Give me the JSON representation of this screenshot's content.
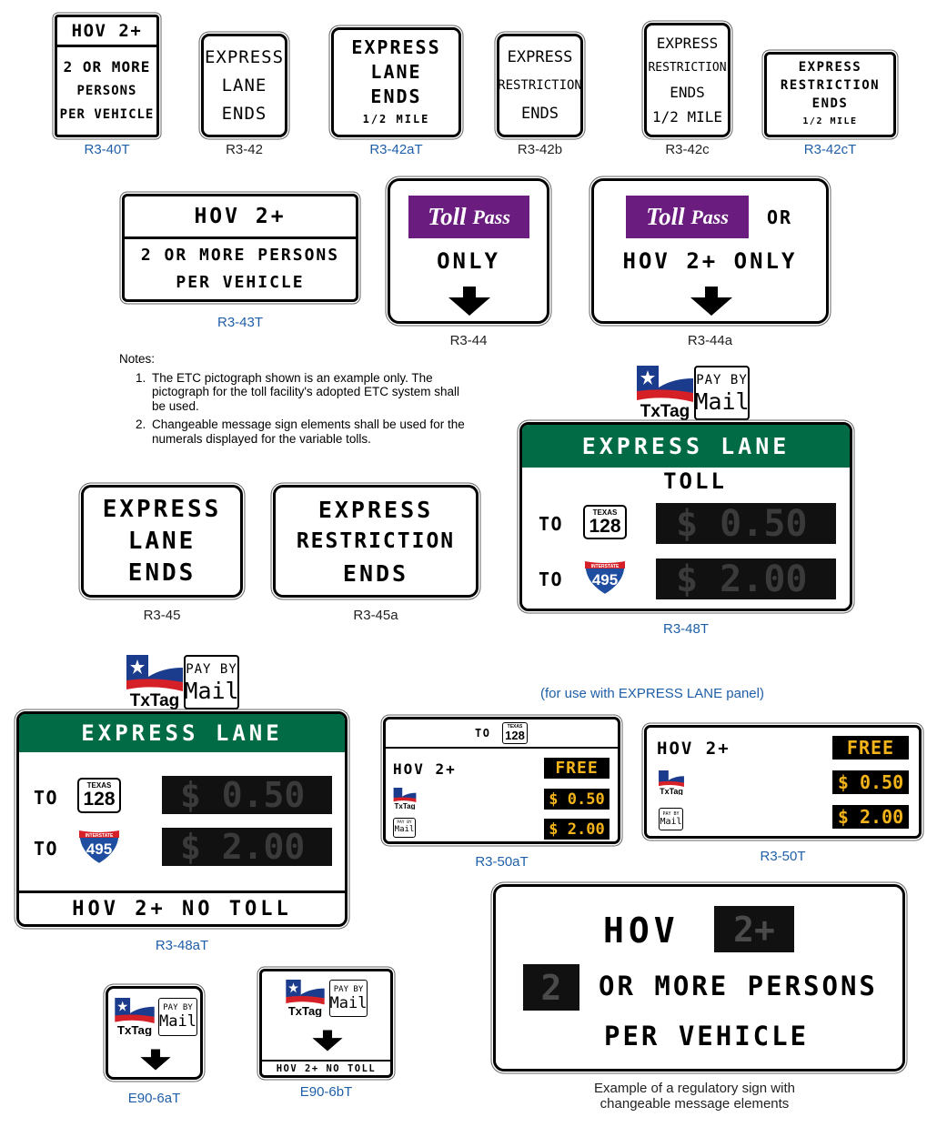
{
  "signs": {
    "r3_40t": {
      "top": "HOV 2+",
      "lines": [
        "2 OR MORE",
        "PERSONS",
        "PER VEHICLE"
      ],
      "caption": "R3-40T"
    },
    "r3_42": {
      "lines": [
        "EXPRESS",
        "LANE",
        "ENDS"
      ],
      "caption": "R3-42"
    },
    "r3_42at": {
      "lines": [
        "EXPRESS",
        "LANE",
        "ENDS",
        "1/2 MILE"
      ],
      "caption": "R3-42aT"
    },
    "r3_42b": {
      "lines": [
        "EXPRESS",
        "RESTRICTION",
        "ENDS"
      ],
      "caption": "R3-42b"
    },
    "r3_42c": {
      "lines": [
        "EXPRESS",
        "RESTRICTION",
        "ENDS",
        "1/2 MILE"
      ],
      "caption": "R3-42c"
    },
    "r3_42ct": {
      "lines": [
        "EXPRESS",
        "RESTRICTION",
        "ENDS",
        "1/2 MILE"
      ],
      "caption": "R3-42cT"
    },
    "r3_43t": {
      "top": "HOV 2+",
      "lines": [
        "2 OR MORE PERSONS",
        "PER VEHICLE"
      ],
      "caption": "R3-43T"
    },
    "r3_44": {
      "pass_toll": "Toll",
      "pass_word": "Pass",
      "line": "ONLY",
      "caption": "R3-44"
    },
    "r3_44a": {
      "pass_toll": "Toll",
      "pass_word": "Pass",
      "or": "OR",
      "line": "HOV 2+ ONLY",
      "caption": "R3-44a"
    },
    "r3_45": {
      "lines": [
        "EXPRESS",
        "LANE",
        "ENDS"
      ],
      "caption": "R3-45"
    },
    "r3_45a": {
      "lines": [
        "EXPRESS",
        "RESTRICTION",
        "ENDS"
      ],
      "caption": "R3-45a"
    },
    "r3_48t": {
      "header": "EXPRESS LANE",
      "toll": "TOLL",
      "to1": "TO",
      "to2": "TO",
      "texas": "TEXAS",
      "route": "128",
      "interstate": "INTERSTATE",
      "i_route": "495",
      "price1": "$ 0.50",
      "price2": "$ 2.00",
      "caption": "R3-48T"
    },
    "r3_48at": {
      "header": "EXPRESS LANE",
      "to1": "TO",
      "to2": "TO",
      "texas": "TEXAS",
      "route": "128",
      "interstate": "INTERSTATE",
      "i_route": "495",
      "price1": "$ 0.50",
      "price2": "$ 2.00",
      "footer": "HOV 2+ NO TOLL",
      "caption": "R3-48aT"
    },
    "r3_50at": {
      "to": "TO",
      "texas": "TEXAS",
      "route": "128",
      "hov": "HOV 2+",
      "free": "FREE",
      "price1": "$ 0.50",
      "price2": "$ 2.00",
      "caption": "R3-50aT"
    },
    "r3_50t": {
      "hov": "HOV 2+",
      "free": "FREE",
      "price1": "$ 0.50",
      "price2": "$ 2.00",
      "caption": "R3-50T"
    },
    "e90_6at": {
      "caption": "E90-6aT"
    },
    "e90_6bt": {
      "footer": "HOV 2+ NO TOLL",
      "caption": "E90-6bT"
    },
    "example": {
      "hov": "HOV",
      "cms1": "2+",
      "cms2": "2",
      "line1": "OR MORE PERSONS",
      "line2": "PER VEHICLE",
      "caption1": "Example of a regulatory sign with",
      "caption2": "changeable message elements"
    }
  },
  "txtag": {
    "word": "TxTag",
    "pay_by": "PAY BY",
    "mail": "Mail"
  },
  "notes": {
    "title": "Notes:",
    "items": [
      "The ETC pictograph shown is an example only. The pictograph for the toll facility's adopted ETC system shall be used.",
      "Changeable message sign elements shall be used for the numerals displayed for the variable tolls."
    ]
  },
  "panel_note": "(for use with EXPRESS LANE panel)",
  "colors": {
    "green": "#006b45",
    "purple": "#6b1d7f",
    "amber": "#f3b31a",
    "caption_blue": "#1f5fa8"
  }
}
